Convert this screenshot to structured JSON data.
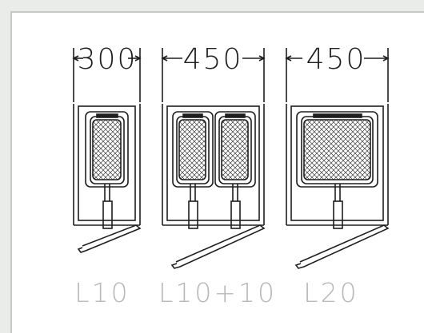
{
  "units": [
    {
      "width_label": "300",
      "model_label": "L10",
      "baskets": 1
    },
    {
      "width_label": "450",
      "model_label": "L10+10",
      "baskets": 2
    },
    {
      "width_label": "450",
      "model_label": "L20",
      "baskets": 1
    }
  ],
  "colors": {
    "background": "#eaecea",
    "panel": "#ffffff",
    "line": "#1e1e1e",
    "label": "#b8b8b8"
  }
}
